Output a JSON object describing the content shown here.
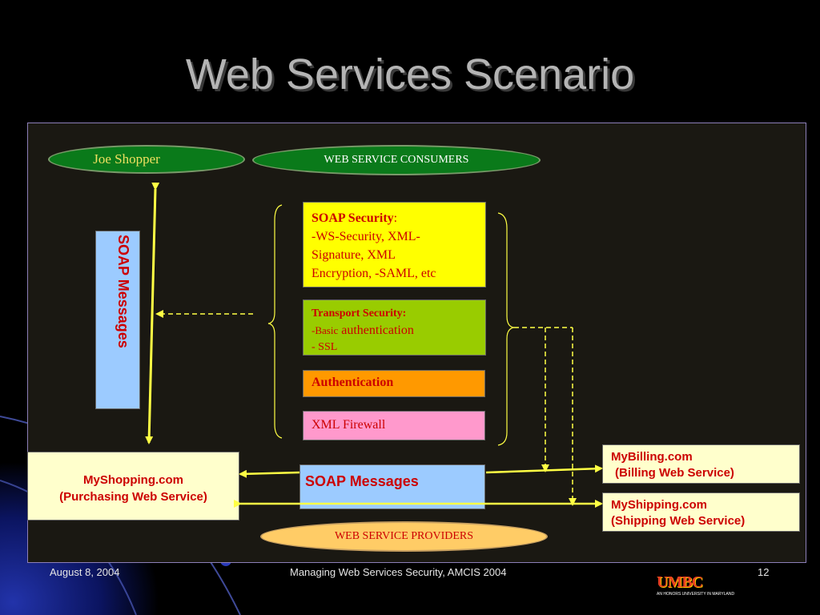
{
  "slide": {
    "title": "Web Services Scenario",
    "colors": {
      "background": "#000000",
      "accent_blue": "#1a2a9a",
      "panel": "#1a1812",
      "arrow": "#ffff44",
      "red_text": "#cc0000"
    }
  },
  "diagram": {
    "joe_shopper": "Joe Shopper",
    "consumers_label": "WEB SERVICE CONSUMERS",
    "providers_label": "WEB SERVICE PROVIDERS",
    "soap_messages_vertical": "SOAP Messages",
    "soap_messages_horizontal": "SOAP Messages",
    "myshopping": {
      "line1": "MyShopping.com",
      "line2": "(Purchasing Web Service)"
    },
    "mybilling": {
      "line1": "MyBilling.com",
      "line2": "(Billing Web Service)"
    },
    "myshipping": {
      "line1": "MyShipping.com",
      "line2": "(Shipping Web Service)"
    },
    "soap_security": {
      "heading": "SOAP Security",
      "colon": ":",
      "line1": "-WS-Security, XML-",
      "line2": "Signature, XML",
      "line3": "Encryption, -SAML, etc"
    },
    "transport_security": {
      "heading": "Transport Security:",
      "basic_small": "-Basic",
      "basic_rest": " authentication",
      "ssl": "- SSL"
    },
    "authentication": "Authentication",
    "xml_firewall": "XML Firewall"
  },
  "footer": {
    "date": "August 8, 2004",
    "center": "Managing Web Services Security, AMCIS 2004",
    "page": "12",
    "logo_text": "UMBC",
    "logo_subtext": "AN HONORS UNIVERSITY IN MARYLAND"
  }
}
